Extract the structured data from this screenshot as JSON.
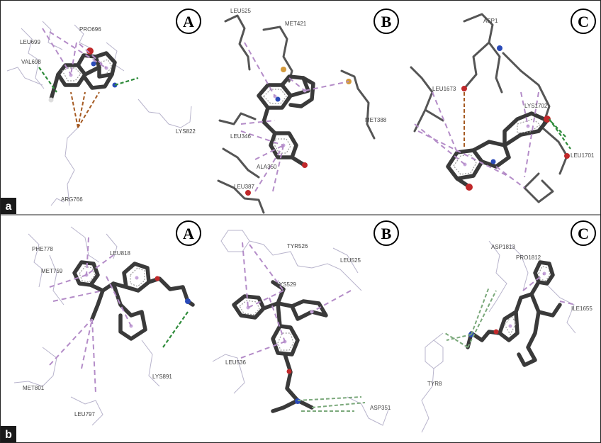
{
  "rows": [
    {
      "label": "a",
      "panels": [
        {
          "letter": "A",
          "residues": [
            "LEU699",
            "VAL698",
            "PRO696",
            "LYS822",
            "ARG766"
          ]
        },
        {
          "letter": "B",
          "residues": [
            "LEU525",
            "MET421",
            "MET388",
            "LEU346",
            "ALA350",
            "LEU387"
          ]
        },
        {
          "letter": "C",
          "residues": [
            "ASP1",
            "LEU1673",
            "LYS1702",
            "LEU1701"
          ]
        }
      ]
    },
    {
      "label": "b",
      "panels": [
        {
          "letter": "A",
          "residues": [
            "PHE778",
            "LEU818",
            "MET759",
            "MET801",
            "LYS891",
            "LEU797"
          ]
        },
        {
          "letter": "B",
          "residues": [
            "TYR526",
            "LEU525",
            "LYS529",
            "LEU536",
            "ASP351"
          ]
        },
        {
          "letter": "C",
          "residues": [
            "ASP1813",
            "PRO1812",
            "ILE1655",
            "TYR8"
          ]
        }
      ]
    }
  ],
  "colors": {
    "ligand": "#3a3a3a",
    "pi_interaction": "#b48cc8",
    "hydrogen_bond": "#2e8b3a",
    "pi_cation": "#a55a22",
    "oxygen": "#c0282a",
    "nitrogen": "#2a4ab8",
    "sulfur": "#d49a3c"
  }
}
